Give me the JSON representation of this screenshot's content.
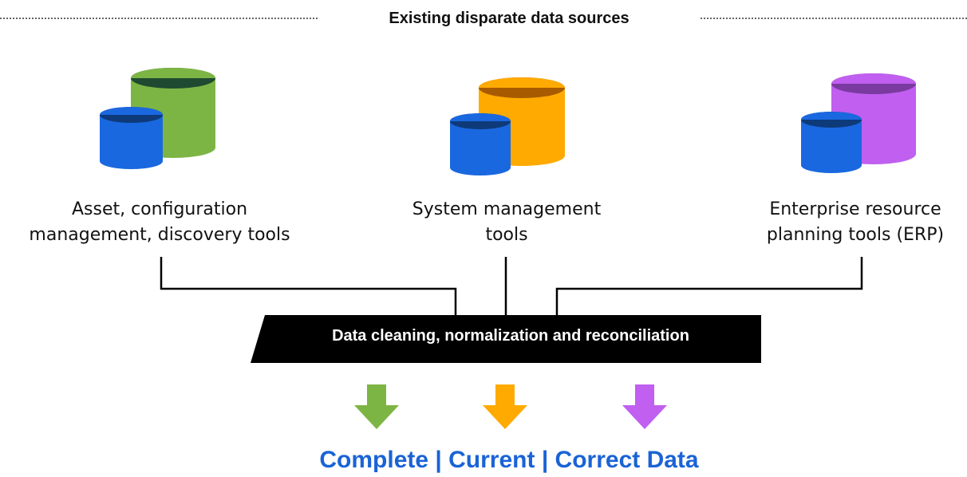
{
  "header": {
    "title": "Existing disparate data sources"
  },
  "sources": [
    {
      "label_lines": [
        "Asset, configuration",
        "management, discovery tools"
      ],
      "color": "#7db544",
      "lid": "#1f4a32"
    },
    {
      "label_lines": [
        "System management",
        "tools"
      ],
      "color": "#ffaa00",
      "lid": "#a85a00"
    },
    {
      "label_lines": [
        "Enterprise resource",
        "planning tools (ERP)"
      ],
      "color": "#c05ff0",
      "lid": "#7a3aa0"
    }
  ],
  "small_db_color": "#1a68e0",
  "process": {
    "label": "Data cleaning, normalization and reconciliation"
  },
  "outputs": {
    "arrow_colors": [
      "#7db544",
      "#ffaa00",
      "#c05ff0"
    ],
    "summary": "Complete | Current | Correct Data"
  }
}
